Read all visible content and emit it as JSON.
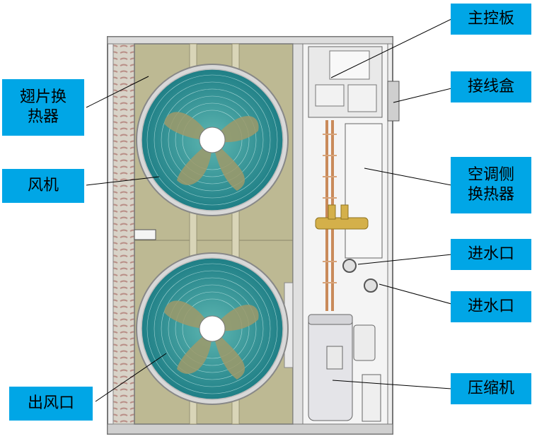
{
  "labels": {
    "main_board": "主控板",
    "junction_box": "接线盒",
    "fin_exchanger": "翅片换\n热器",
    "fan": "风机",
    "ac_side_exchanger": "空调侧\n换热器",
    "water_inlet_1": "进水口",
    "water_inlet_2": "进水口",
    "air_outlet": "出风口",
    "compressor": "压缩机"
  },
  "colors": {
    "label_bg": "#00a6e6",
    "panel": "#bdb993",
    "fan_blue": "#2f8e93",
    "fan_blade": "#9e9a6a",
    "frame": "#e4e4e4",
    "line": "#000000"
  }
}
